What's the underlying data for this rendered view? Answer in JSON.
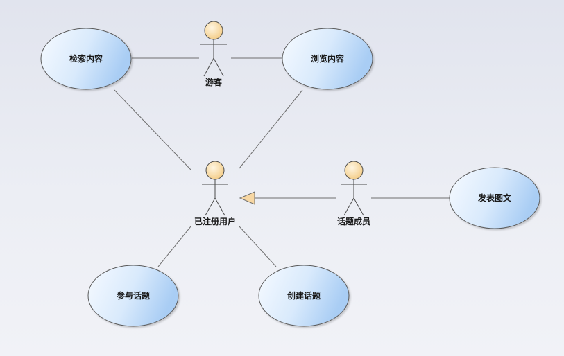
{
  "actors": {
    "guest": "游客",
    "registered_user": "已注册用户",
    "topic_member": "话题成员"
  },
  "use_cases": {
    "search": "检索内容",
    "browse": "浏览内容",
    "publish": "发表图文",
    "join": "参与话题",
    "create": "创建话题"
  },
  "colors": {
    "usecase_light": "#f5f9ff",
    "usecase_dark": "#a9cef5",
    "actor_head": "#f8d79c",
    "line": "#6e6e6e",
    "arrow_fill": "#f7d7a3"
  }
}
